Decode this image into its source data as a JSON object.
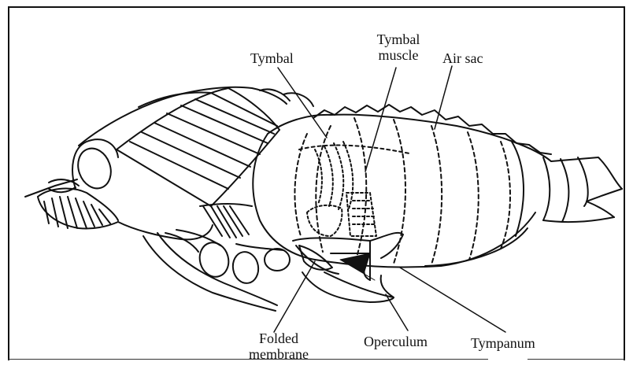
{
  "labels": {
    "tymbal": "Tymbal",
    "tymbal_muscle_line1": "Tymbal",
    "tymbal_muscle_line2": "muscle",
    "air_sac": "Air sac",
    "folded_membrane_line1": "Folded",
    "folded_membrane_line2": "membrane",
    "operculum": "Operculum",
    "tympanum": "Tympanum"
  }
}
